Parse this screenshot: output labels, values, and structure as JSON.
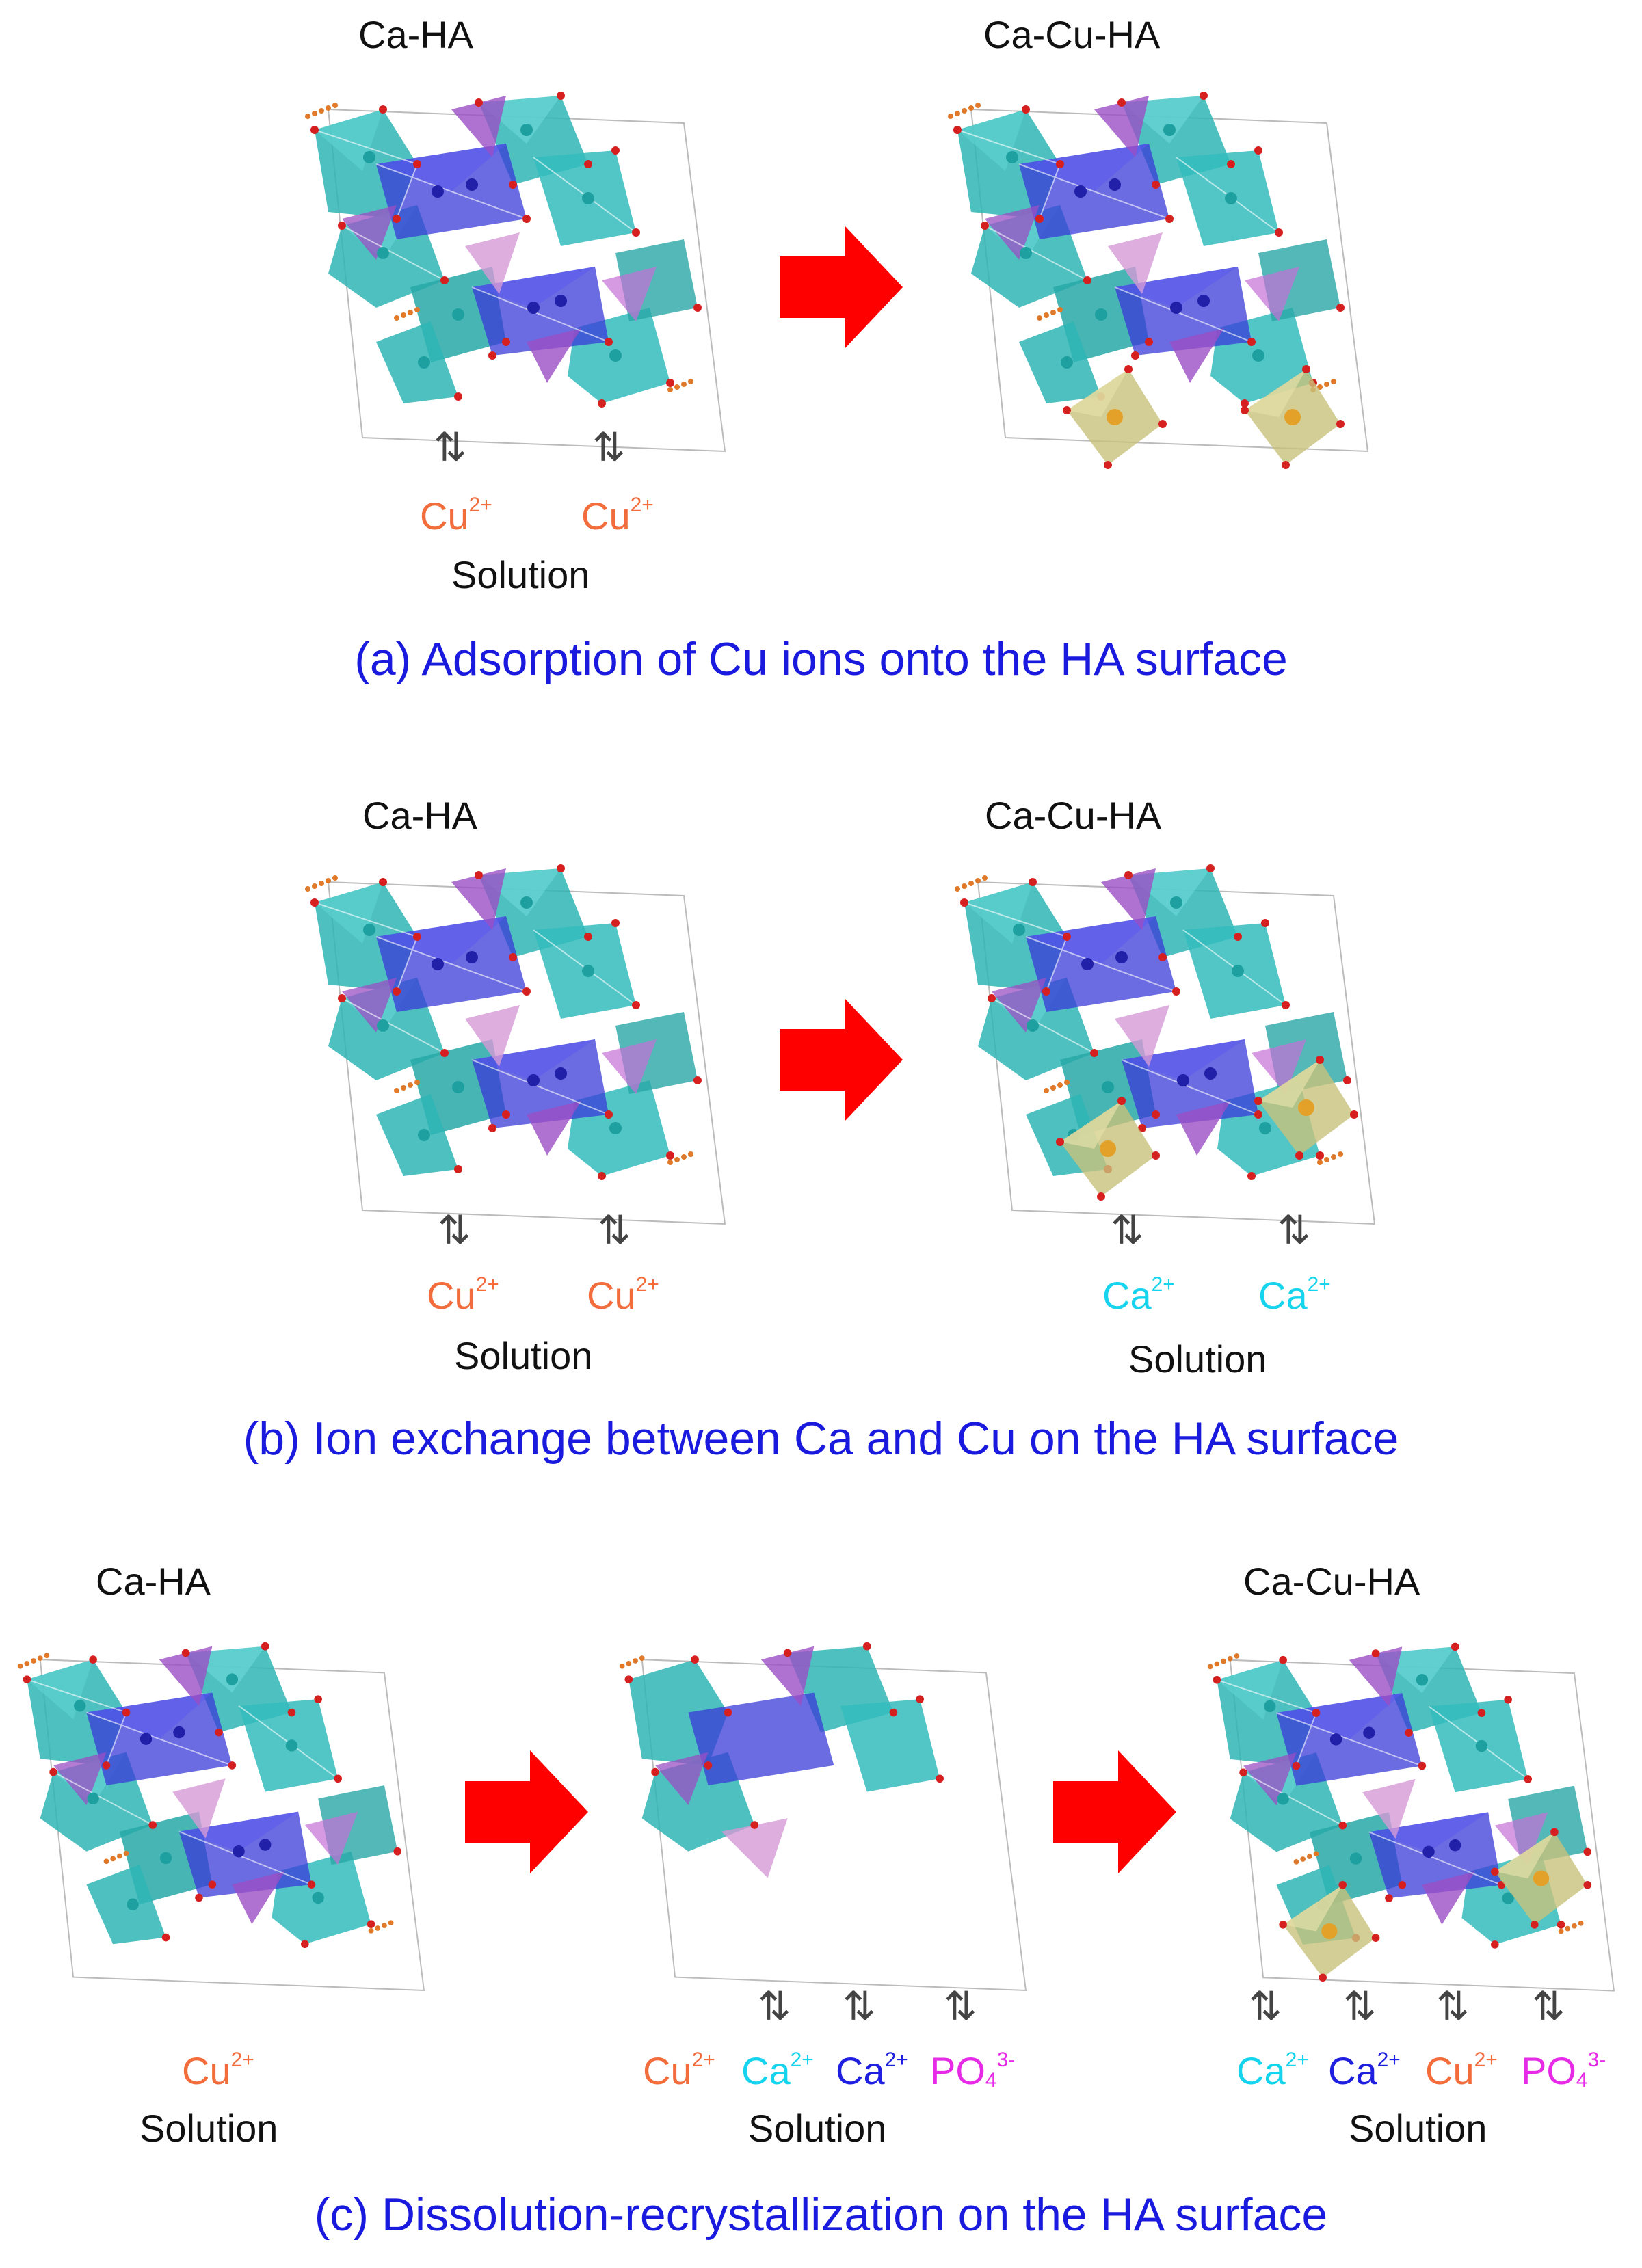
{
  "panels": {
    "a": {
      "left_title": "Ca-HA",
      "right_title": "Ca-Cu-HA",
      "ions": [
        "Cu",
        "Cu"
      ],
      "charge": "2+",
      "equilibrium": "⇅",
      "solution": "Solution",
      "caption": "(a) Adsorption of Cu ions onto the HA surface"
    },
    "b": {
      "left_title": "Ca-HA",
      "right_title": "Ca-Cu-HA",
      "left_ions": [
        "Cu",
        "Cu"
      ],
      "right_ions": [
        "Ca",
        "Ca"
      ],
      "charge": "2+",
      "equilibrium": "⇅",
      "left_solution": "Solution",
      "right_solution": "Solution",
      "caption": "(b) Ion exchange between Ca and Cu on the HA surface"
    },
    "c": {
      "left_title": "Ca-HA",
      "right_title": "Ca-Cu-HA",
      "left_ion": "Cu",
      "charge": "2+",
      "middle_ions": [
        "Cu",
        "Ca",
        "Ca",
        "PO"
      ],
      "right_ions": [
        "Ca",
        "Ca",
        "Cu",
        "PO"
      ],
      "po_sub": "4",
      "po_charge": "3-",
      "equilibrium": "⇅",
      "left_solution": "Solution",
      "middle_solution": "Solution",
      "right_solution": "Solution",
      "caption": "(c) Dissolution-recrystallization on the HA surface"
    }
  },
  "colors": {
    "cu_ion": "#f26c3c",
    "ca_ion_cyan": "#16d4ee",
    "ca_ion_blue": "#1f1fe0",
    "phosphate": "#e62ae6",
    "caption": "#1a1adf",
    "arrow": "#ff0000",
    "polyhedron_teal": "#2fb5b5",
    "polyhedron_blue": "#3a3ad8",
    "polyhedron_purple": "#9b4fc4",
    "polyhedron_yellow": "#c8c27a"
  }
}
